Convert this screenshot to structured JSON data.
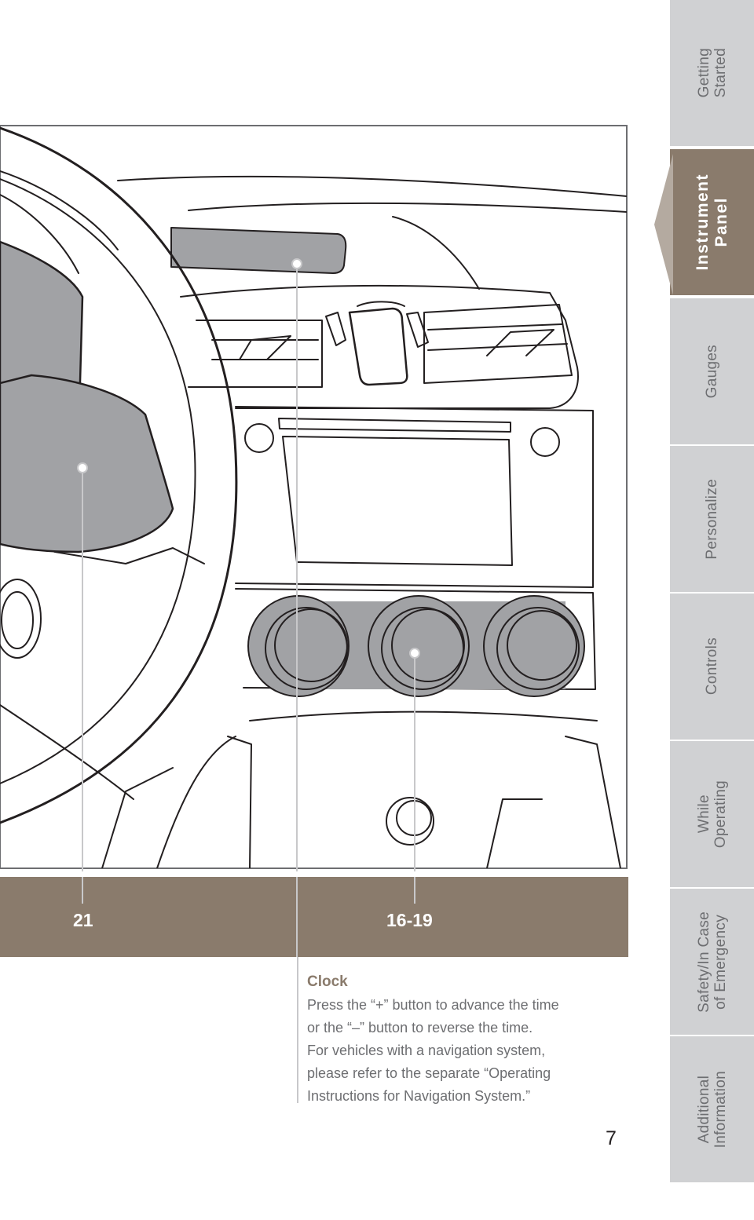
{
  "sidebar": {
    "tabs": [
      {
        "label": "Getting\nStarted",
        "active": false
      },
      {
        "label": "Instrument\nPanel",
        "active": true
      },
      {
        "label": "Gauges",
        "active": false
      },
      {
        "label": "Personalize",
        "active": false
      },
      {
        "label": "Controls",
        "active": false
      },
      {
        "label": "While\nOperating",
        "active": false
      },
      {
        "label": "Safety/In Case\nof Emergency",
        "active": false
      },
      {
        "label": "Additional\nInformation",
        "active": false
      }
    ]
  },
  "callouts": {
    "left": "21",
    "right": "16-19"
  },
  "caption": {
    "title": "Clock",
    "lines": [
      "Press the “+” button to advance the time",
      "or the “–” button to reverse the time.",
      "For vehicles with a navigation system,",
      "please refer to the separate “Operating",
      "Instructions for Navigation System.”"
    ]
  },
  "page_number": "7",
  "colors": {
    "accent": "#8a7b6c",
    "tab_inactive": "#d0d1d3",
    "text_gray": "#6d6e71",
    "highlight_gray": "#a1a2a5"
  }
}
